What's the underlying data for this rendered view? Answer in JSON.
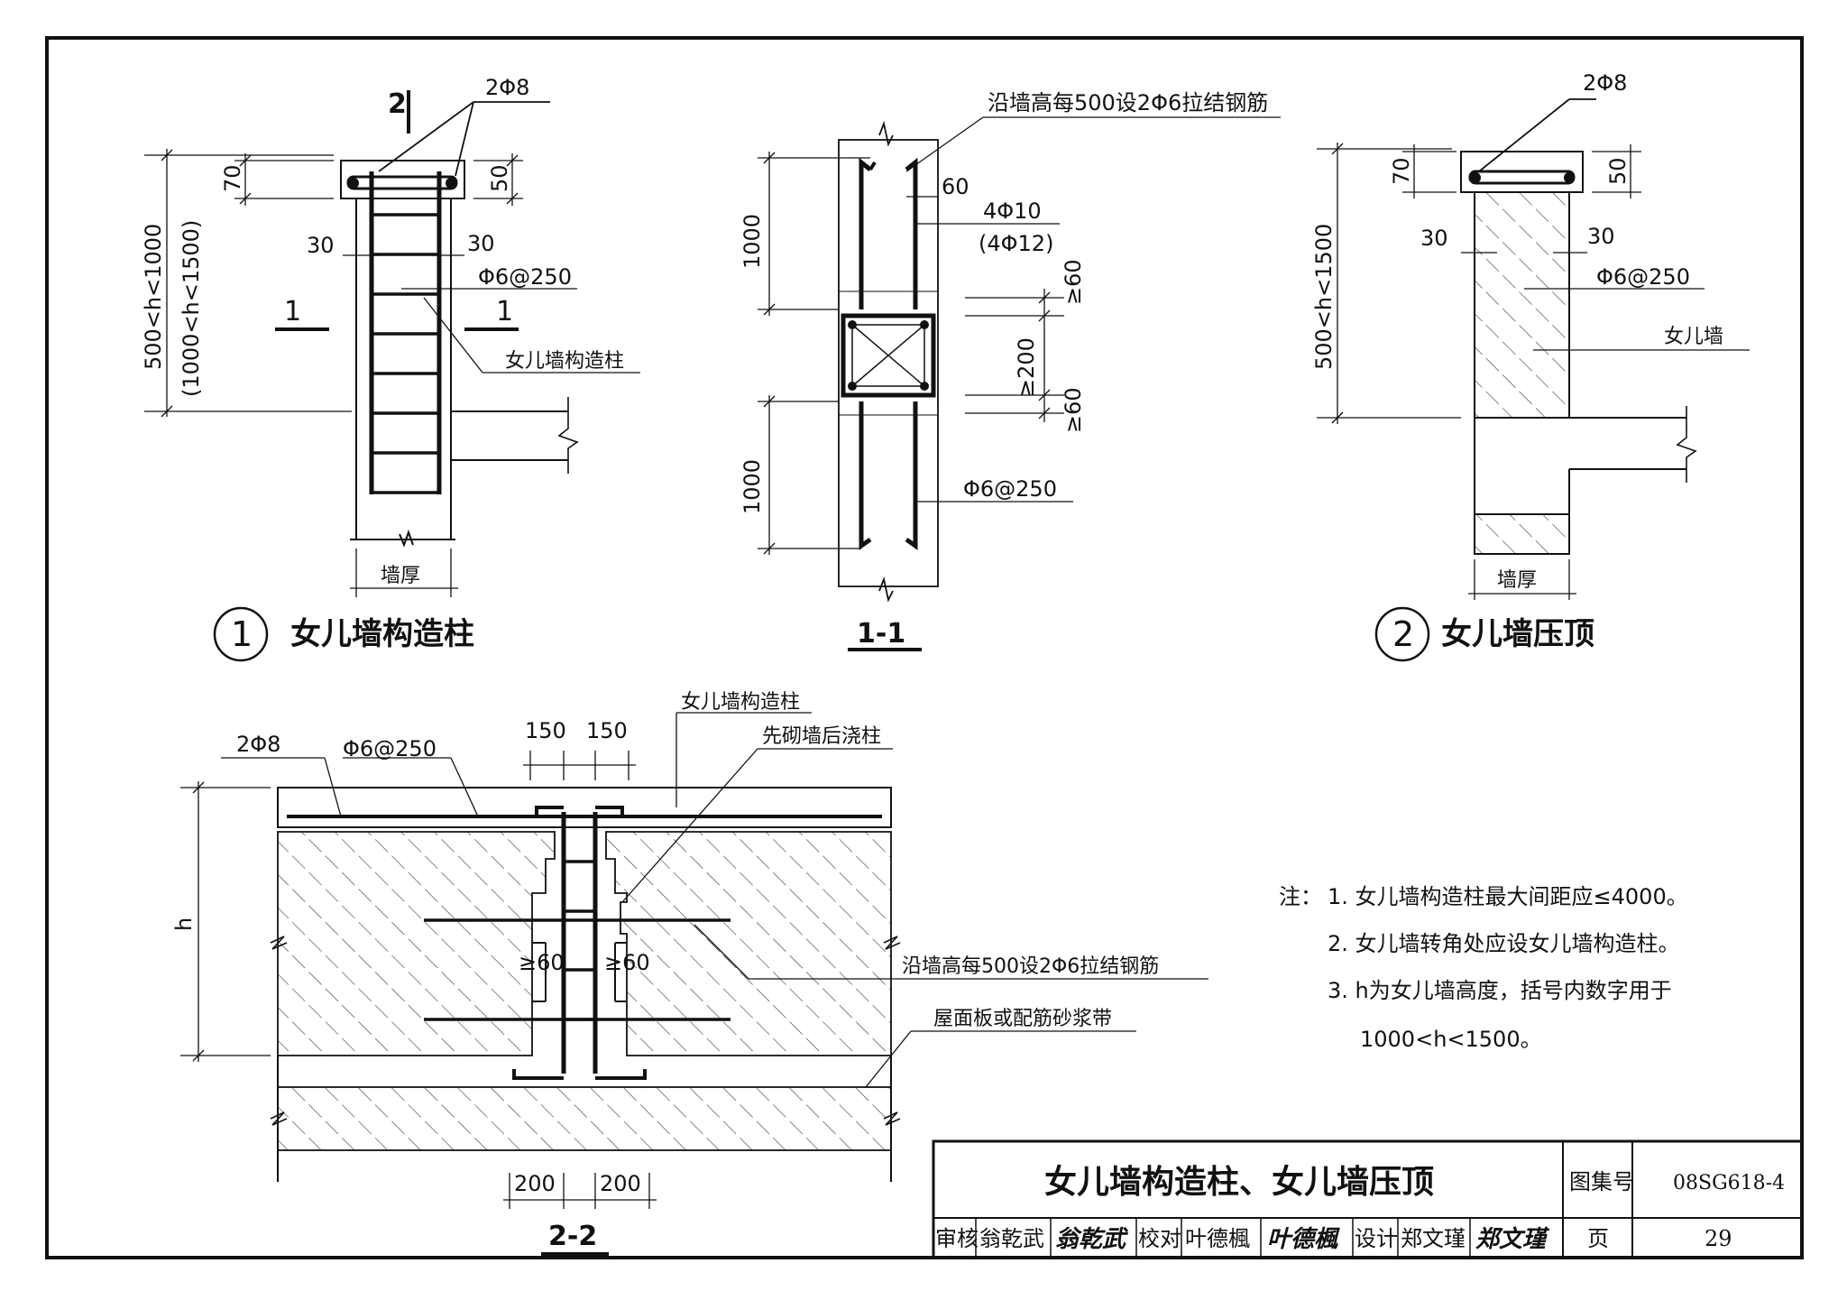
{
  "detail1": {
    "number": "1",
    "title": "女儿墙构造柱",
    "section_mark": "2",
    "cut_mark": "1",
    "rebar_top": "2Φ8",
    "dim_70": "70",
    "dim_50": "50",
    "dim_30_left": "30",
    "dim_30_right": "30",
    "stirrup": "Φ6@250",
    "height_range": "500<h<1000",
    "height_range_alt": "(1000<h<1500)",
    "column_label": "女儿墙构造柱",
    "wall_thickness": "墙厚"
  },
  "section11": {
    "title": "1-1",
    "tie_bars": "沿墙高每500设2Φ6拉结钢筋",
    "dim_60": "60",
    "main_bars": "4Φ10",
    "main_bars_alt": "(4Φ12)",
    "dim_1000_top": "1000",
    "dim_1000_bottom": "1000",
    "dim_ge200": "≥200",
    "dim_ge60_top": "≥60",
    "dim_ge60_bottom": "≥60",
    "stirrup": "Φ6@250"
  },
  "detail2": {
    "number": "2",
    "title": "女儿墙压顶",
    "rebar_top": "2Φ8",
    "dim_70": "70",
    "dim_50": "50",
    "dim_30_left": "30",
    "dim_30_right": "30",
    "stirrup": "Φ6@250",
    "wall_label": "女儿墙",
    "height_range": "500<h<1500",
    "wall_thickness": "墙厚"
  },
  "section22": {
    "title": "2-2",
    "column_label": "女儿墙构造柱",
    "rebar_top": "2Φ8",
    "stirrup": "Φ6@250",
    "dim_150_left": "150",
    "dim_150_right": "150",
    "cast_note": "先砌墙后浇柱",
    "height_label": "h",
    "dim_ge60_left": "≥60",
    "dim_ge60_right": "≥60",
    "tie_bars": "沿墙高每500设2Φ6拉结钢筋",
    "roof_band": "屋面板或配筋砂浆带",
    "dim_200_left": "200",
    "dim_200_right": "200"
  },
  "notes": {
    "prefix": "注：",
    "items": [
      "1. 女儿墙构造柱最大间距应≤4000。",
      "2. 女儿墙转角处应设女儿墙构造柱。",
      "3. h为女儿墙高度，括号内数字用于",
      "1000<h<1500。"
    ]
  },
  "title_block": {
    "title": "女儿墙构造柱、女儿墙压顶",
    "atlas_label": "图集号",
    "atlas_no": "08SG618-4",
    "review_label": "审核",
    "review_name": "翁乾武",
    "review_sig": "翁乾武",
    "check_label": "校对",
    "check_name": "叶德楓",
    "check_sig": "叶德楓",
    "design_label": "设计",
    "design_name": "郑文瑾",
    "design_sig": "郑文瑾",
    "page_label": "页",
    "page_no": "29"
  }
}
